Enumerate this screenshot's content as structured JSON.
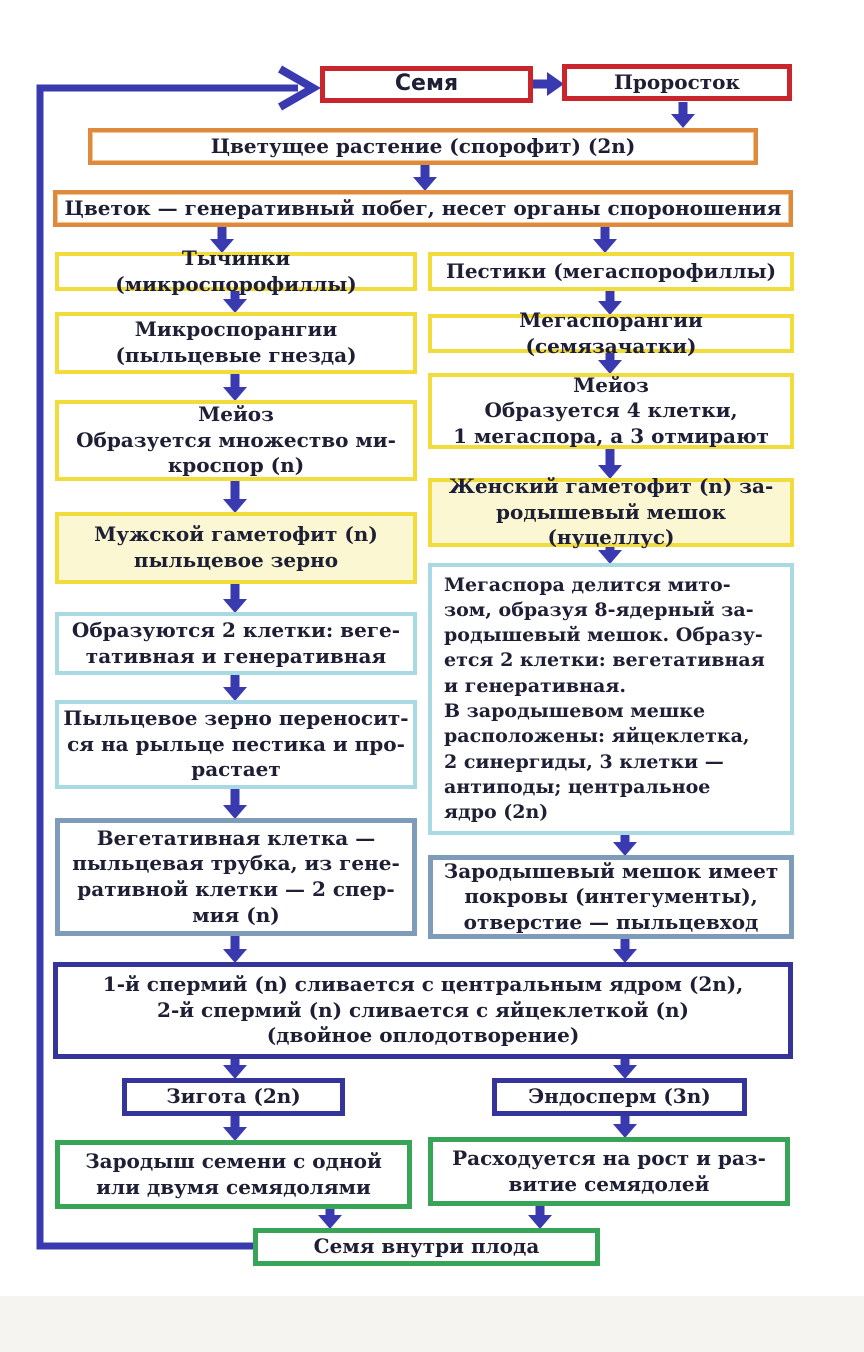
{
  "palette": {
    "red": "#c9252d",
    "orange": "#dd8a3e",
    "yellow": "#f1dc3c",
    "cyan": "#a9d9e3",
    "steel": "#7e9cba",
    "navy": "#34349a",
    "green": "#37a457",
    "arrow": "#3a3ab0",
    "text": "#1e1e34",
    "gfill": "#fbf7d2"
  },
  "nodes": {
    "seed": {
      "label": "Семя"
    },
    "seedling": {
      "label": "Проросток"
    },
    "flowering_plant": {
      "label": "Цветущее растение (спорофит) (2n)"
    },
    "flower": {
      "label": "Цветок — генеративный побег, несет органы спороношения"
    },
    "stamens": {
      "label": "Тычинки (микроспорофиллы)"
    },
    "pistils": {
      "label": "Пестики (мегаспорофиллы)"
    },
    "microsporangia": {
      "label": "Микроспорангии\n(пыльцевые гнезда)"
    },
    "megasporangia": {
      "label": "Мегаспорангии (семязачатки)"
    },
    "meiosis_male": {
      "label": "Мейоз\nОбразуется множество ми-\nкроспор (n)"
    },
    "meiosis_female": {
      "label": "Мейоз\nОбразуется 4 клетки,\n1 мегаспора, а 3 отмирают"
    },
    "male_gametophyte": {
      "label": "Мужской гаметофит (n)\nпыльцевое зерно"
    },
    "female_gametophyte": {
      "label": "Женский гаметофит (n) за-\nродышевый мешок (нуцеллус)"
    },
    "two_cells": {
      "label": "Образуются 2 клетки: веге-\nтативная и генеративная"
    },
    "megaspore_mitosis": {
      "label": "Мегаспора делится мито-\nзом, образуя 8-ядерный за-\nродышевый мешок. Образу-\nется 2 клетки: вегетативная\nи генеративная.\nВ зародышевом мешке\nрасположены: яйцеклетка,\n2 синергиды, 3 клетки —\nантиподы; центральное\nядро (2n)"
    },
    "pollen_transfer": {
      "label": "Пыльцевое зерно переносит-\nся на рыльце пестика и про-\nрастает"
    },
    "vegetative_cell": {
      "label": "Вегетативная клетка —\nпыльцевая трубка, из гене-\nративной клетки — 2 спер-\nмия (n)"
    },
    "embryo_sac_cover": {
      "label": "Зародышевый мешок имеет\nпокровы (интегументы),\nотверстие — пыльцевход"
    },
    "fertilization": {
      "label": "1-й спермий (n) сливается с центральным ядром (2n),\n2-й спермий (n) сливается с яйцеклеткой (n)\n(двойное оплодотворение)"
    },
    "zygote": {
      "label": "Зигота (2n)"
    },
    "endosperm": {
      "label": "Эндосперм (3n)"
    },
    "seed_embryo": {
      "label": "Зародыш семени с одной\nили двумя семядолями"
    },
    "cotyledon_growth": {
      "label": "Расходуется на рост и раз-\nвитие семядолей"
    },
    "seed_in_fruit": {
      "label": "Семя внутри плода"
    }
  }
}
